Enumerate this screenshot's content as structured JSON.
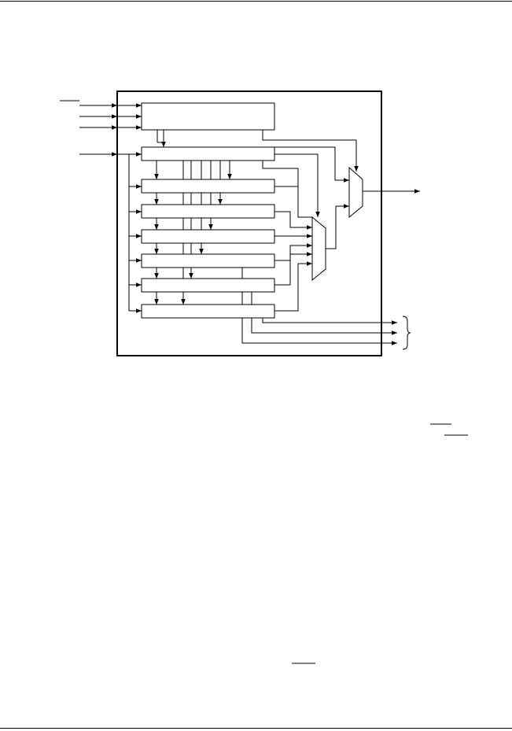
{
  "diagram": {
    "type": "block-diagram",
    "description_visible_text": "",
    "blocks": [
      {
        "id": "input-register"
      },
      {
        "id": "shift-register-1"
      },
      {
        "id": "shift-register-2"
      },
      {
        "id": "shift-register-3"
      },
      {
        "id": "shift-register-4"
      },
      {
        "id": "shift-register-5"
      },
      {
        "id": "shift-register-6"
      },
      {
        "id": "shift-register-7"
      }
    ],
    "multiplexers": [
      {
        "id": "mux-large"
      },
      {
        "id": "mux-output"
      }
    ],
    "inputs_count": 4,
    "outputs": {
      "serial_out": 1,
      "bus_out": 3
    }
  },
  "overbar_marks": [
    {
      "id": "overbar-input-1"
    },
    {
      "id": "overbar-text-1"
    },
    {
      "id": "overbar-text-2"
    },
    {
      "id": "overbar-text-3"
    }
  ]
}
